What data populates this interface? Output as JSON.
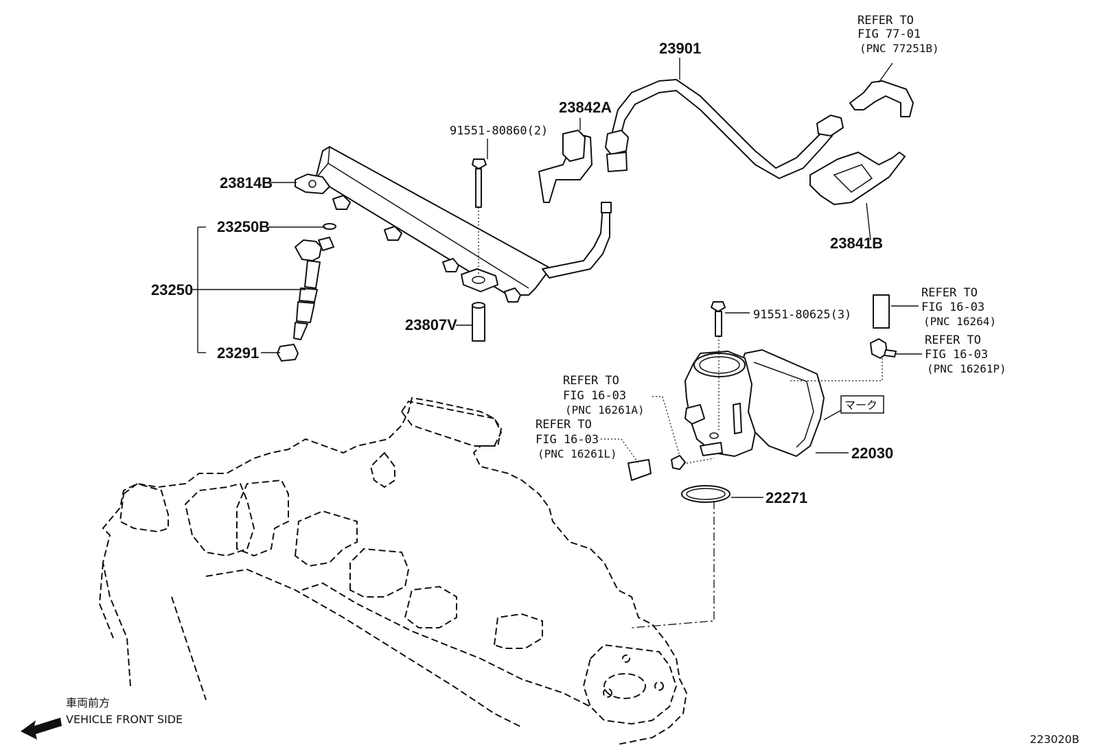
{
  "parts": {
    "p23901": "23901",
    "p23842A": "23842A",
    "p23841B": "23841B",
    "p23814B": "23814B",
    "p23250B": "23250B",
    "p23250": "23250",
    "p23291": "23291",
    "p23807V": "23807V",
    "p22030": "22030",
    "p22271": "22271",
    "bolt_rail": "91551-80860(2)",
    "bolt_throttle": "91551-80625(3)"
  },
  "refs": {
    "r77": {
      "l1": "REFER TO",
      "l2": "FIG 77-01",
      "l3": "(PNC 77251B)"
    },
    "r16264": {
      "l1": "REFER TO",
      "l2": "FIG 16-03",
      "l3": "(PNC 16264)"
    },
    "r16261P": {
      "l1": "REFER TO",
      "l2": "FIG 16-03",
      "l3": "(PNC 16261P)"
    },
    "r16261A": {
      "l1": "REFER TO",
      "l2": "FIG 16-03",
      "l3": "(PNC 16261A)"
    },
    "r16261L": {
      "l1": "REFER TO",
      "l2": "FIG 16-03",
      "l3": "(PNC 16261L)"
    }
  },
  "mark_label": "マーク",
  "front": {
    "jp": "車両前方",
    "en": "VEHICLE FRONT SIDE"
  },
  "figure_code": "223020B",
  "icons": {
    "direction": "arrow-left-icon"
  }
}
